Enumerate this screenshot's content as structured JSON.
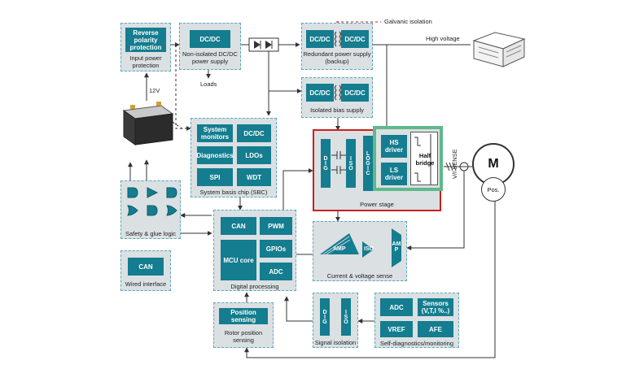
{
  "labels": {
    "galvanic_isolation": "Galvanic isolation",
    "high_voltage": "High voltage",
    "loads": "Loads",
    "twelve_v": "12V",
    "vi_sense": "V/I SENSE"
  },
  "blocks": {
    "input_protection": {
      "box": "Reverse polarity protection",
      "caption": "Input power protection"
    },
    "nonisolated_dcdc": {
      "box": "DC/DC",
      "caption": "Non-isolated DC/DC power supply"
    },
    "redundant_supply": {
      "left": "DC/DC",
      "right": "DC/DC",
      "caption": "Redundant power supply (backup)"
    },
    "bias_supply": {
      "left": "DC/DC",
      "right": "DC/DC",
      "caption": "Isolated bias supply"
    },
    "sbc": {
      "items": [
        "System monitors",
        "DC/DC",
        "Diagnostics",
        "LDOs",
        "SPI",
        "WDT"
      ],
      "caption": "System basis chip (SBC)"
    },
    "power_stage": {
      "dig": "DIG",
      "iso": "ISO",
      "logic": "LOGIC",
      "hs": "HS driver",
      "ls": "LS driver",
      "half_bridge": "Half bridge",
      "caption": "Power stage"
    },
    "safety_logic": {
      "caption": "Safety & glue logic"
    },
    "wired_interface": {
      "box": "CAN",
      "caption": "Wired interface"
    },
    "digital_processing": {
      "can": "CAN",
      "pwm": "PWM",
      "mcu": "MCU core",
      "gpios": "GPIOs",
      "adc": "ADC",
      "caption": "Digital processing"
    },
    "current_sense": {
      "amp1": "AMP",
      "iso": "ISO",
      "amp2": "AMP",
      "caption": "Current & voltage sense"
    },
    "position_sensing": {
      "box": "Position sensing",
      "caption": "Rotor position sensing"
    },
    "signal_isolation": {
      "dig": "DIG",
      "iso": "ISO",
      "caption": "Signal isolation"
    },
    "self_diag": {
      "items": [
        "ADC",
        "Sensors (V,T,I %..)",
        "VREF",
        "AFE"
      ],
      "caption": "Self-diagnostics/monitoring"
    },
    "motor": {
      "symbol": "M",
      "pos": "Pos."
    }
  },
  "colors": {
    "block": "#147d8f",
    "group_bg": "#dbe0e3",
    "group_border": "#5aa8bf",
    "power_stage_border": "#cc1f1f",
    "half_bridge_frame": "#5fb98a",
    "galvanic_line": "#cc1f1f"
  }
}
